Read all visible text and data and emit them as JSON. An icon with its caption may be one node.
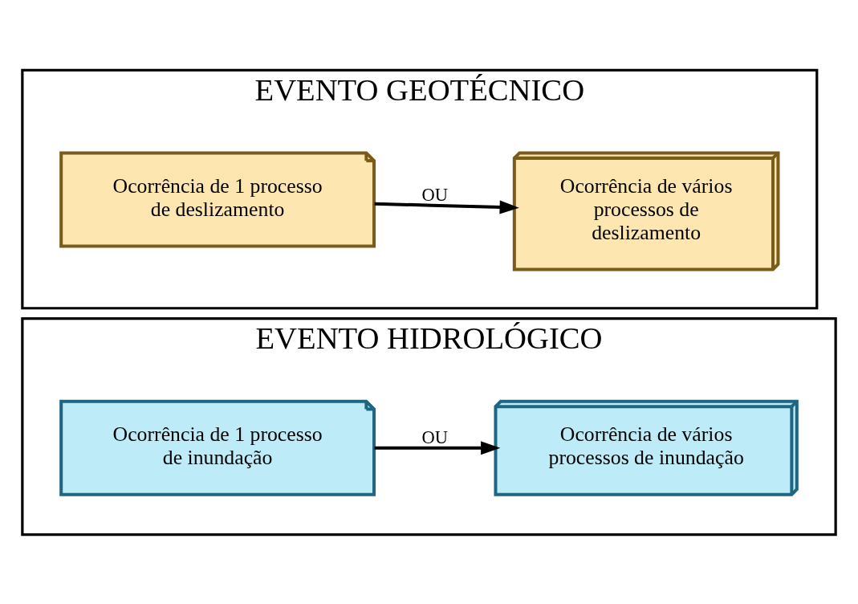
{
  "diagram": {
    "nodes": [
      {
        "text": [
          "EVENTO HIDROLÓGICO"
        ]
      },
      {
        "text": [
          "Ocorrência de 1 processo de inundação"
        ],
        "in": 0
      },
      {
        "text": [
          "Ocorrência de vários processos de inundação"
        ],
        "in": 0
      },
      {
        "text": [
          "EVENTO GEOTÉCNICO"
        ]
      },
      {
        "text": [
          "Ocorrência de 1 processo de deslizamento"
        ],
        "in": 3
      },
      {
        "text": [
          "Ocorrência de vários processos de deslizamento"
        ],
        "in": 3
      }
    ],
    "edges": [
      {
        "from": 1,
        "to": 2,
        "arrow": "to",
        "label": "OU"
      },
      {
        "from": 4,
        "to": 5,
        "arrow": "to",
        "label": "OU"
      }
    ]
  }
}
